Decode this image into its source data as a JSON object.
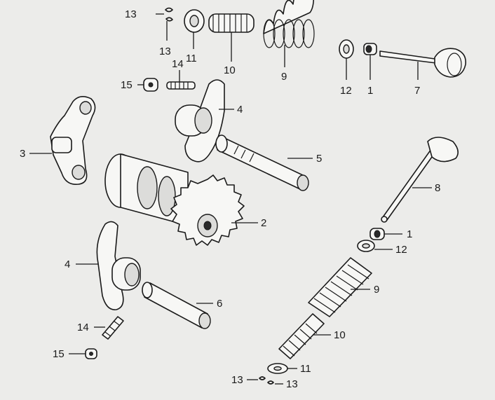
{
  "callouts": [
    {
      "id": "c13a",
      "text": "13"
    },
    {
      "id": "c13b",
      "text": "13"
    },
    {
      "id": "c11a",
      "text": "11"
    },
    {
      "id": "c10a",
      "text": "10"
    },
    {
      "id": "c9a",
      "text": "9"
    },
    {
      "id": "c12a",
      "text": "12"
    },
    {
      "id": "c1a",
      "text": "1"
    },
    {
      "id": "c7",
      "text": "7"
    },
    {
      "id": "c14a",
      "text": "14"
    },
    {
      "id": "c15a",
      "text": "15"
    },
    {
      "id": "c4a",
      "text": "4"
    },
    {
      "id": "c3",
      "text": "3"
    },
    {
      "id": "c5",
      "text": "5"
    },
    {
      "id": "c8",
      "text": "8"
    },
    {
      "id": "c2",
      "text": "2"
    },
    {
      "id": "c1b",
      "text": "1"
    },
    {
      "id": "c12b",
      "text": "12"
    },
    {
      "id": "c4b",
      "text": "4"
    },
    {
      "id": "c9b",
      "text": "9"
    },
    {
      "id": "c6",
      "text": "6"
    },
    {
      "id": "c14b",
      "text": "14"
    },
    {
      "id": "c10b",
      "text": "10"
    },
    {
      "id": "c15b",
      "text": "15"
    },
    {
      "id": "c11b",
      "text": "11"
    },
    {
      "id": "c13c",
      "text": "13"
    },
    {
      "id": "c13d",
      "text": "13"
    }
  ]
}
